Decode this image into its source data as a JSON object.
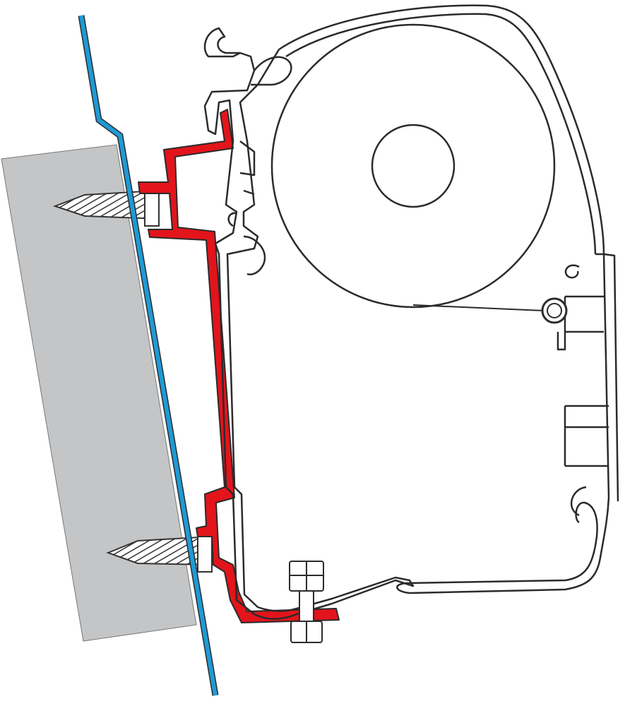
{
  "diagram": {
    "colors": {
      "wall": "#c4c5c7",
      "vehicle_skin": "#1e9ad6",
      "adapter_bracket": "#e3141b",
      "outline": "#2b2b2b",
      "screw_fill": "#ffffff"
    },
    "parts": [
      {
        "id": "wall-panel",
        "icon": "wall-block"
      },
      {
        "id": "vehicle-skin",
        "icon": "blue-line"
      },
      {
        "id": "adapter-bracket",
        "icon": "red-profile"
      },
      {
        "id": "screw-upper",
        "icon": "screw"
      },
      {
        "id": "screw-lower",
        "icon": "screw"
      },
      {
        "id": "awning-housing",
        "icon": "cassette-outline"
      },
      {
        "id": "fabric-roll",
        "icon": "roller-circle"
      },
      {
        "id": "roller-tube",
        "icon": "axle-circle"
      },
      {
        "id": "bolt",
        "icon": "hex-bolt"
      }
    ]
  }
}
